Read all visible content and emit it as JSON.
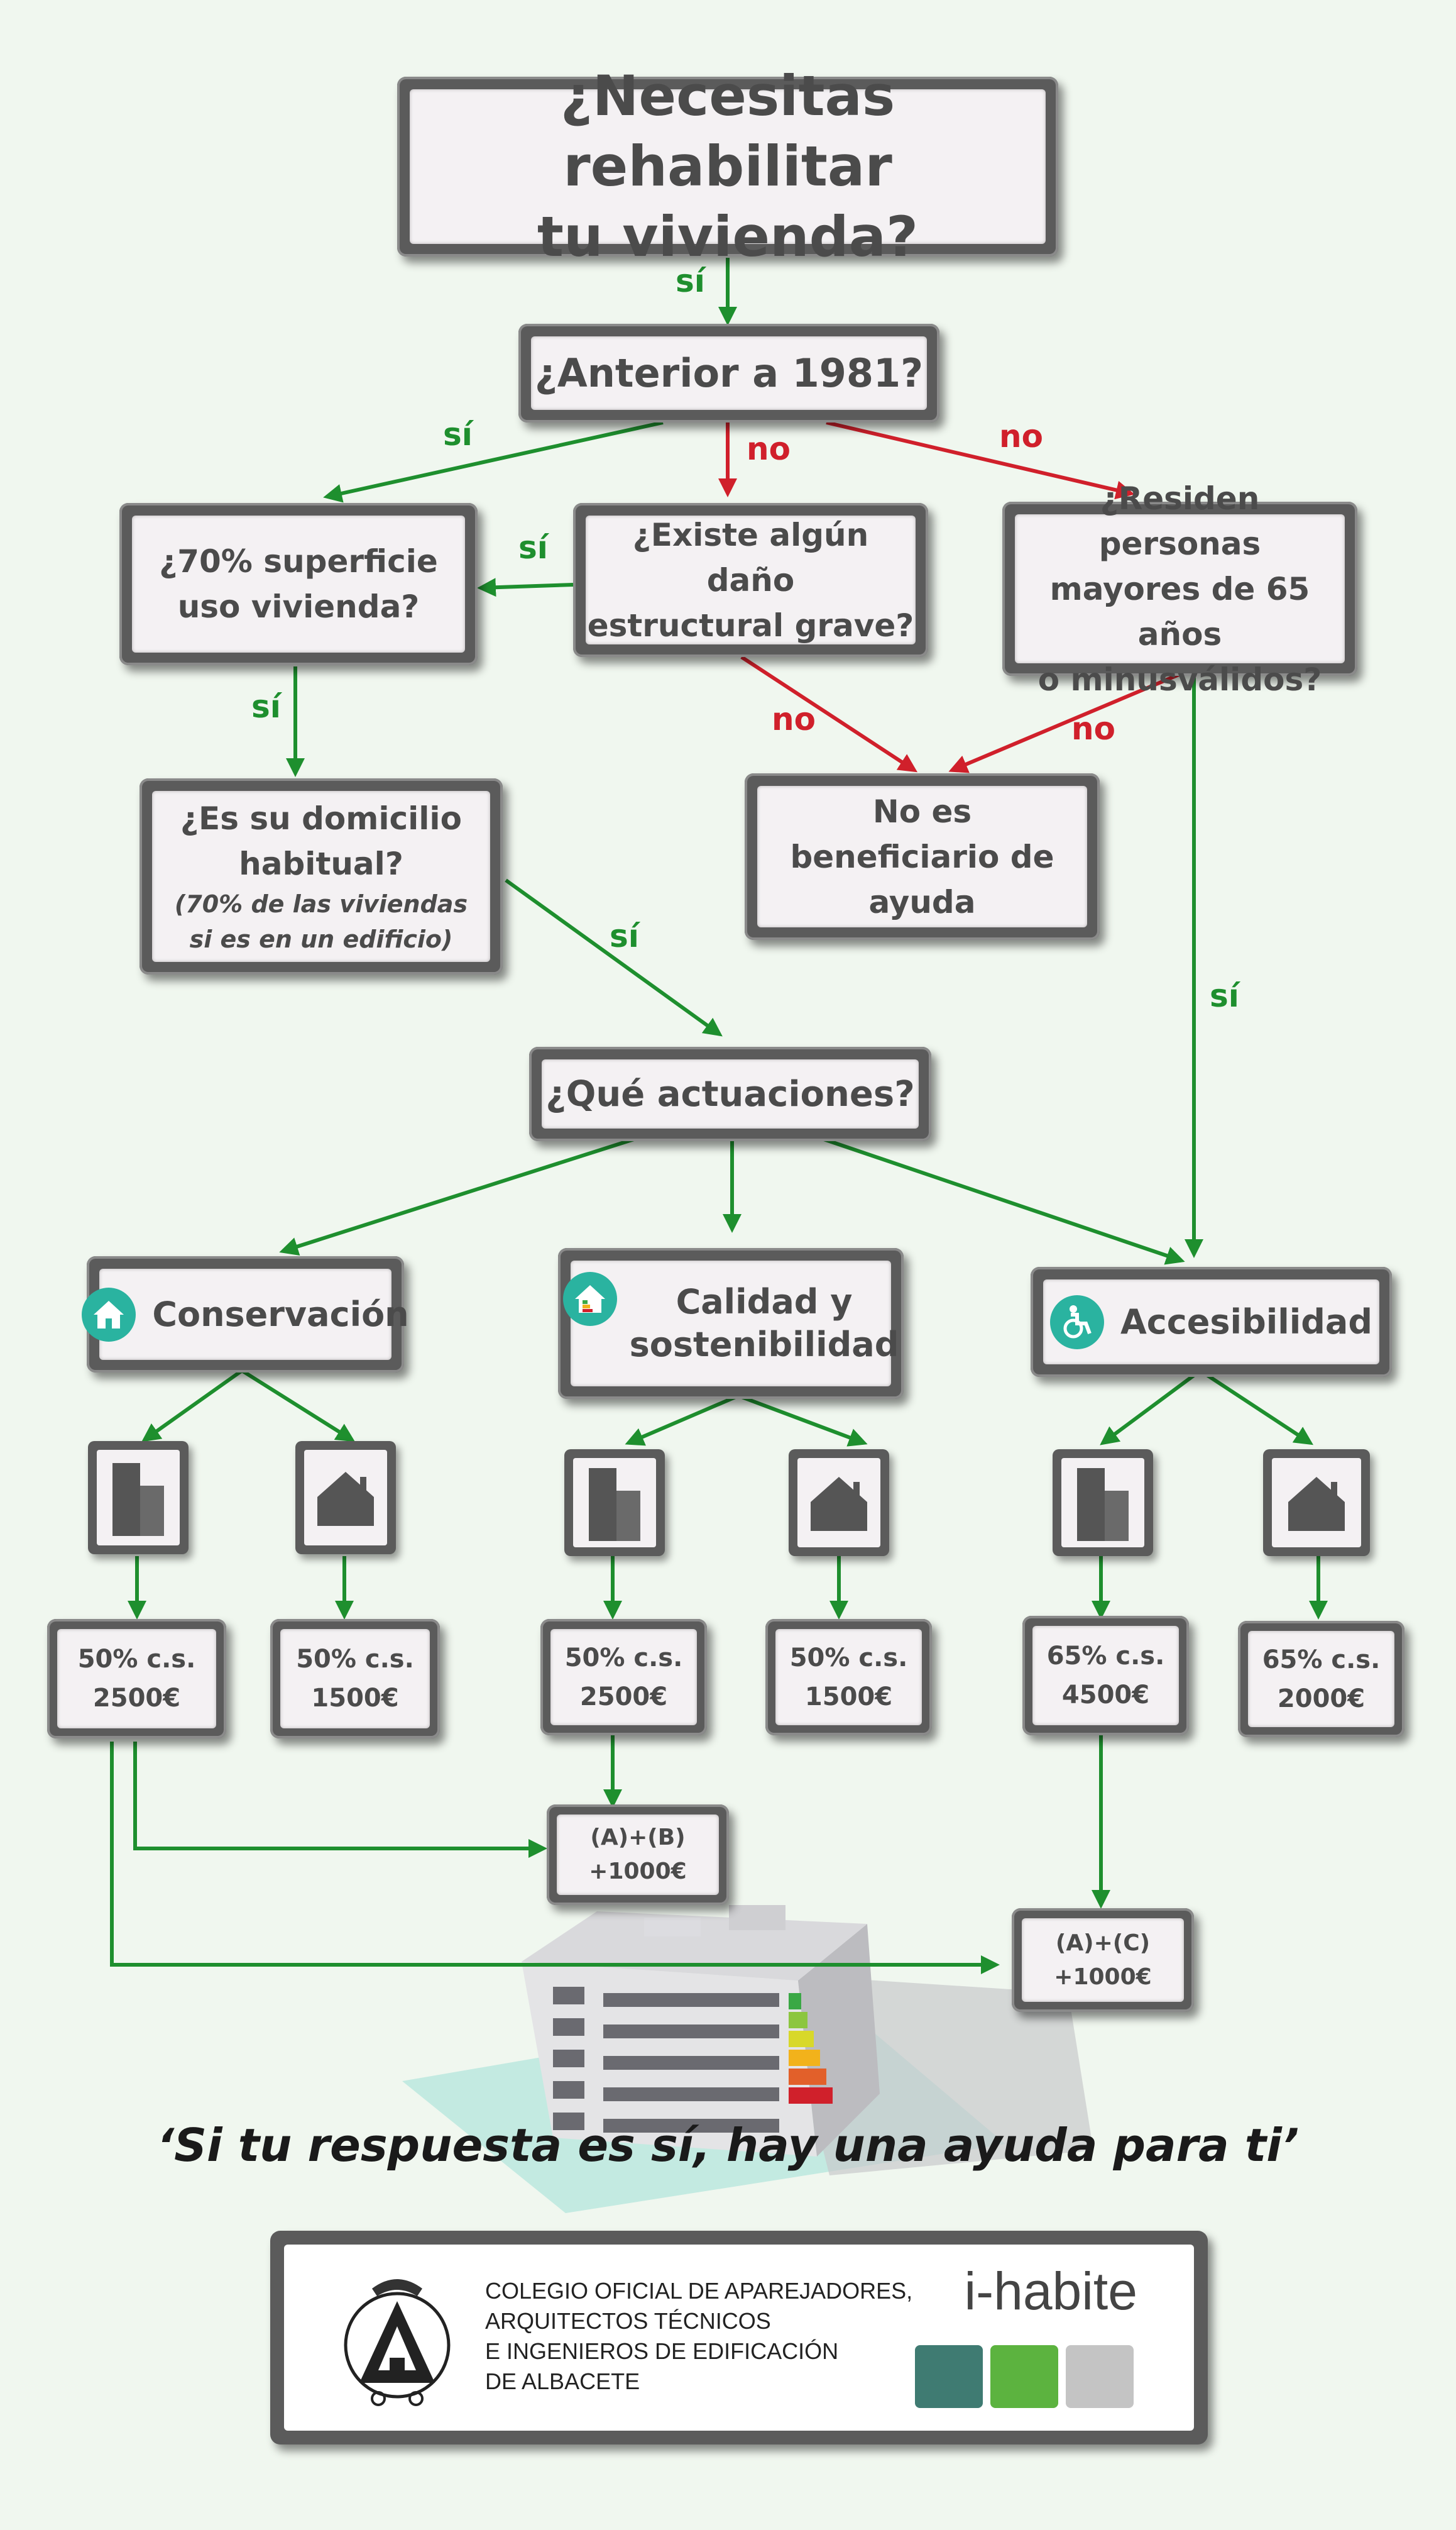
{
  "questions": {
    "main": [
      "¿Necesitas rehabilitar",
      "tu vivienda?"
    ],
    "anterior": "¿Anterior a 1981?",
    "superficie": [
      "¿70% superficie",
      "uso vivienda?"
    ],
    "dano": [
      "¿Existe algún daño",
      "estructural grave?"
    ],
    "mayores": [
      "¿Residen personas",
      "mayores de 65 años",
      "o minusválidos?"
    ],
    "no_beneficiario": [
      "No es",
      "beneficiario de",
      "ayuda"
    ],
    "domicilio": [
      "¿Es su domicilio",
      "habitual?"
    ],
    "domicilio_note": [
      "(70% de las viviendas",
      "si es en un edificio)"
    ],
    "actuaciones": "¿Qué actuaciones?"
  },
  "categories": {
    "conservacion": "Conservación",
    "calidad": [
      "Calidad y",
      "sostenibilidad"
    ],
    "accesibilidad": "Accesibilidad"
  },
  "amounts": [
    [
      "50% c.s.",
      "2500€"
    ],
    [
      "50% c.s.",
      "1500€"
    ],
    [
      "50% c.s.",
      "2500€"
    ],
    [
      "50% c.s.",
      "1500€"
    ],
    [
      "65% c.s.",
      "4500€"
    ],
    [
      "65% c.s.",
      "2000€"
    ]
  ],
  "combos": {
    "ab": [
      "(A)+(B)",
      "+1000€"
    ],
    "ac": [
      "(A)+(C)",
      "+1000€"
    ]
  },
  "labels": {
    "si": "sí",
    "no": "no"
  },
  "slogan": "‘Si tu respuesta es sí, hay una ayuda para ti’",
  "footer": {
    "org": [
      "COLEGIO OFICIAL DE APAREJADORES,",
      "ARQUITECTOS TÉCNICOS",
      "E INGENIEROS DE EDIFICACIÓN",
      "DE ALBACETE"
    ],
    "brand": "i-habite"
  },
  "icons": {
    "conservacion": "house-icon",
    "calidad": "energy-house-icon",
    "accesibilidad": "wheelchair-icon",
    "building": "building-icon",
    "house": "house-icon"
  },
  "colors": {
    "yes_arrow": "#1e8f2e",
    "no_arrow": "#d0202b",
    "teal": "#2ab3a0",
    "box_frame": "#5b5b5b",
    "swatches": [
      "#3f7b72",
      "#5cb33f",
      "#c4c4c4"
    ]
  }
}
